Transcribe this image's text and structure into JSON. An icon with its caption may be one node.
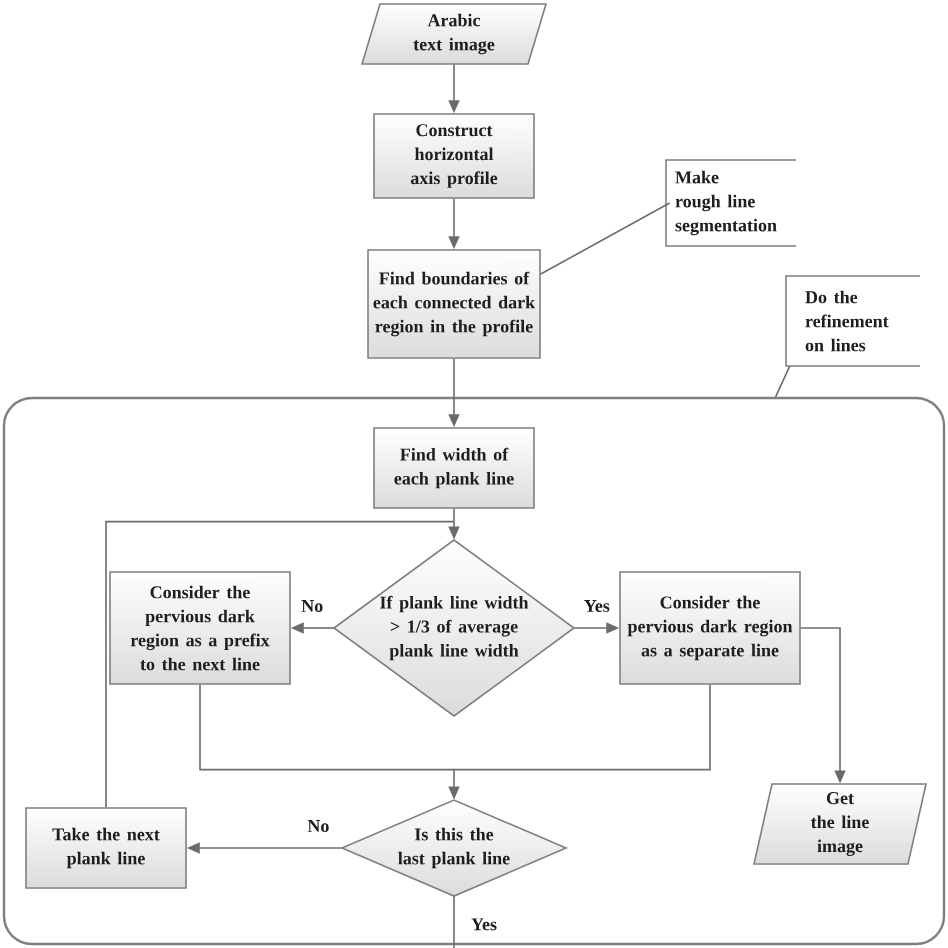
{
  "diagram": {
    "nodes": [
      {
        "text": [
          "Arabic text image"
        ]
      },
      {
        "text": [
          "Construct horizontal axis profile"
        ]
      },
      {
        "text": [
          "Find boundaries of each connected dark region in the profile"
        ]
      },
      {
        "text": [
          "Make rough line segmentation"
        ]
      },
      {
        "text": [
          "Do the refinement on lines"
        ]
      },
      {
        "text": [],
        "shape": "box"
      },
      {
        "text": [
          "Find width of each plank line"
        ],
        "in": 5
      },
      {
        "text": [
          "If plank line width > 1/3 of average plank line width"
        ],
        "in": 5
      },
      {
        "text": [
          "Consider the pervious dark region as a prefix to the next line"
        ],
        "in": 5
      },
      {
        "text": [
          "Consider the pervious dark region as a separate line"
        ],
        "in": 5
      },
      {
        "text": [
          "Take the next plank line"
        ],
        "in": 5
      },
      {
        "text": [
          "Is this the last plank line"
        ],
        "in": 5
      },
      {
        "text": [
          "Get the line image"
        ],
        "in": 5
      }
    ],
    "edges": [
      {
        "from": 0,
        "to": 1,
        "arrow": "to"
      },
      {
        "from": 1,
        "to": 2,
        "arrow": "to"
      },
      {
        "from": 3,
        "to": 2,
        "arrow": "none"
      },
      {
        "from": 4,
        "to": 5,
        "arrow": "none"
      },
      {
        "from": 2,
        "to": 6,
        "arrow": "to"
      },
      {
        "from": 6,
        "to": 7,
        "arrow": "to"
      },
      {
        "from": 7,
        "to": 8,
        "arrow": "to",
        "label": "No"
      },
      {
        "from": 7,
        "to": 9,
        "arrow": "to",
        "label": "Yes"
      },
      {
        "from": 9,
        "to": 12,
        "arrow": "to"
      },
      {
        "from": 8,
        "to": 11,
        "arrow": "to"
      },
      {
        "from": 9,
        "to": 11,
        "arrow": "to"
      },
      {
        "from": 11,
        "to": 10,
        "arrow": "to",
        "label": "No"
      },
      {
        "from": 10,
        "to": 7,
        "arrow": "to"
      },
      {
        "from": 11,
        "to": null,
        "arrow": "none",
        "label": "Yes"
      }
    ]
  }
}
